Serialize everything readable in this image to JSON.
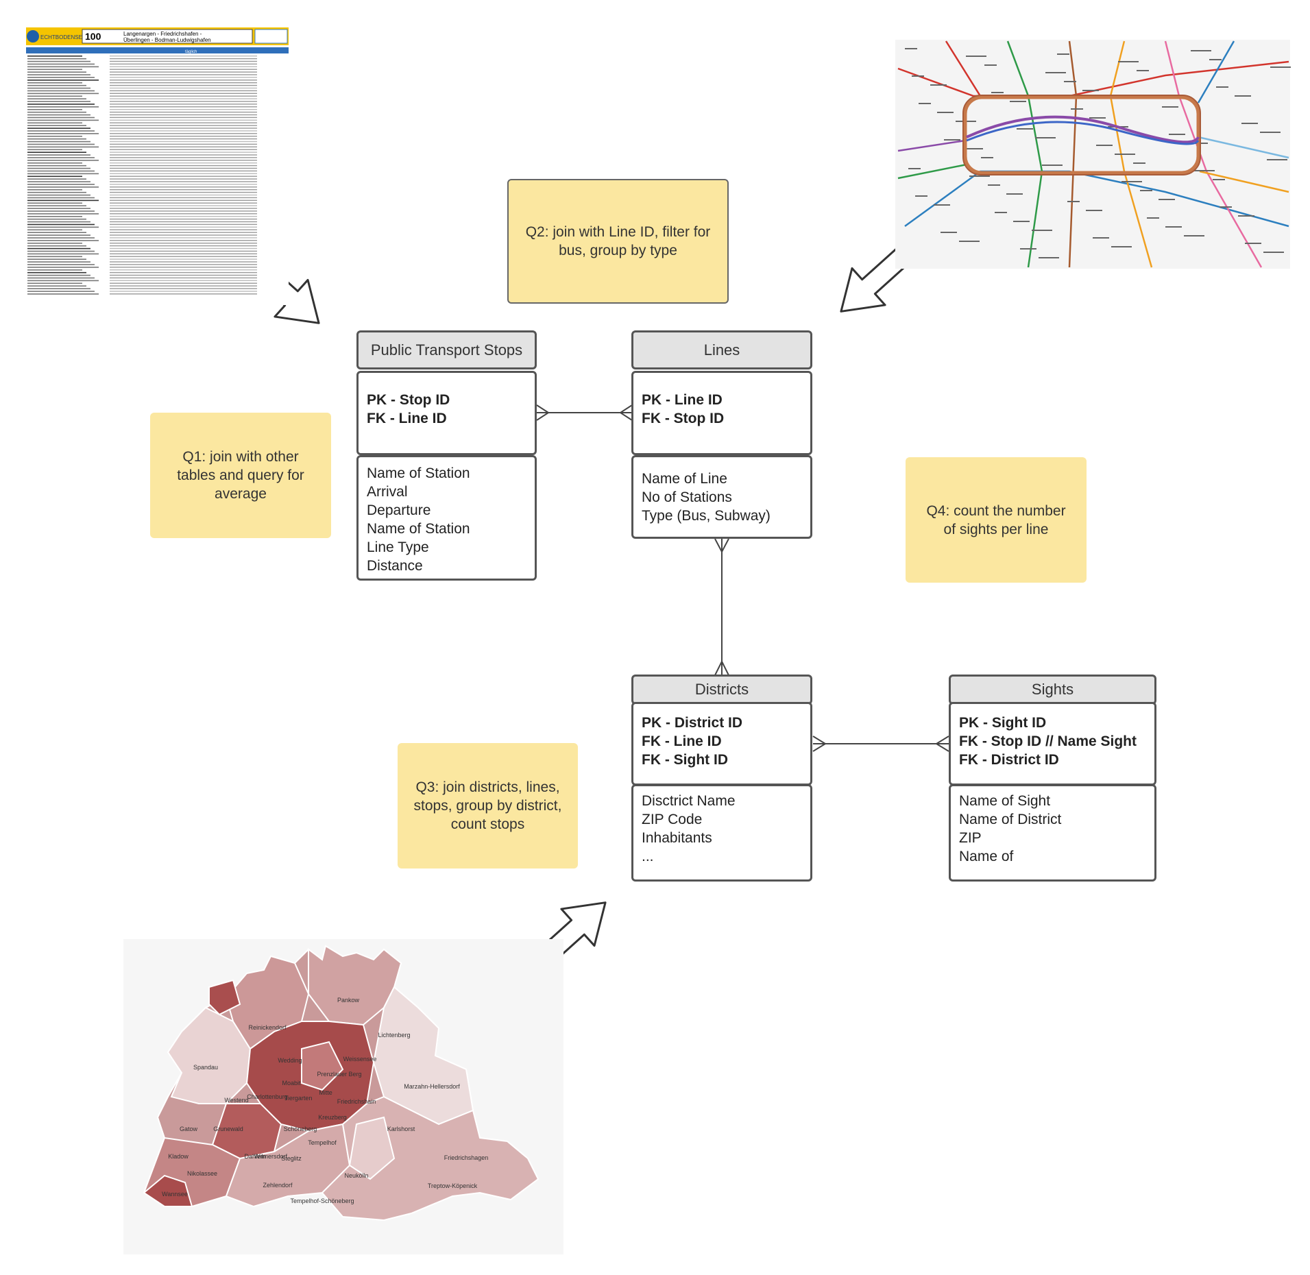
{
  "entities": {
    "stops": {
      "title": "Public Transport Stops",
      "keys": [
        "PK - Stop ID",
        "FK - Line ID"
      ],
      "attrs": [
        "Name of Station",
        "Arrival",
        "Departure",
        "Name of Station",
        "Line Type",
        "Distance"
      ]
    },
    "lines": {
      "title": "Lines",
      "keys": [
        "PK - Line ID",
        "FK - Stop ID"
      ],
      "attrs": [
        "Name of Line",
        "No of Stations",
        "Type (Bus, Subway)"
      ]
    },
    "districts": {
      "title": "Districts",
      "keys": [
        "PK - District ID",
        "FK - Line ID",
        "FK - Sight ID"
      ],
      "attrs": [
        "Disctrict Name",
        "ZIP Code",
        "Inhabitants",
        "..."
      ]
    },
    "sights": {
      "title": "Sights",
      "keys": [
        "PK - Sight ID",
        "FK - Stop ID // Name Sight",
        "FK - District ID"
      ],
      "attrs": [
        "Name of Sight",
        "Name of District",
        "ZIP",
        "Name of"
      ]
    }
  },
  "notes": {
    "q1": "Q1: join with other tables and query for average",
    "q2": "Q2: join with Line ID, filter for bus, group by type",
    "q3": "Q3: join districts, lines, stops, group by district, count stops",
    "q4": "Q4: count the number of sights per line"
  },
  "timetable": {
    "brand": "ECHTBODENSEEBUS",
    "route_number": "100",
    "route_title_1": "Langenargen - Friedrichshafen -",
    "route_title_2": "Überlingen - Bodman-Ludwigshafen",
    "band_label": "täglich"
  },
  "district_map": {
    "labels": [
      "Pankow",
      "Reinickendorf",
      "Lichtenberg",
      "Spandau",
      "Marzahn-Hellersdorf",
      "Wedding",
      "Prenzlauer Berg",
      "Weissensee",
      "Moabit",
      "Mitte",
      "Westend",
      "Charlottenburg",
      "Tiergarten",
      "Friedrichshain",
      "Kreuzberg",
      "Grunewald",
      "Gatow",
      "Schöneberg",
      "Wilmersdorf",
      "Karlshorst",
      "Kladow",
      "Dahlem",
      "Tempelhof",
      "Steglitz",
      "Neukölln",
      "Zehlendorf",
      "Nikolassee",
      "Friedrichshagen",
      "Wannsee",
      "Tempelhof-Schöneberg",
      "Treptow-Köpenick"
    ]
  },
  "colors": {
    "header_fill": "#e3e3e3",
    "border": "#555555",
    "note_fill": "#fbe7a0",
    "arrow_stroke": "#444444"
  }
}
